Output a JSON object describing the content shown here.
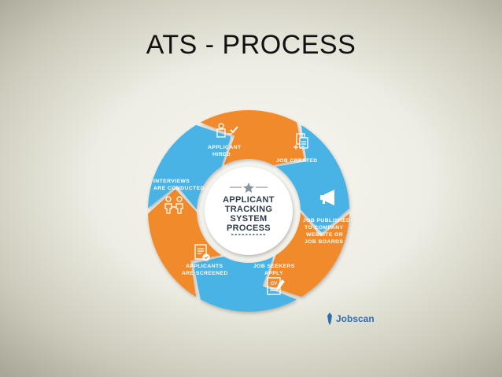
{
  "title": "ATS - PROCESS",
  "center": {
    "lines": [
      "APPLICANT",
      "TRACKING",
      "SYSTEM",
      "PROCESS"
    ]
  },
  "steps": [
    {
      "lines": [
        "APPLICANT",
        "HIRED"
      ],
      "icon": "applicant-hired-icon",
      "color": "#f08a2b"
    },
    {
      "lines": [
        "JOB CREATED"
      ],
      "icon": "job-created-icon",
      "color": "#4ab3e6"
    },
    {
      "lines": [
        "JOB PUBLISHED",
        "TO COMPANY",
        "WEBSITE OR",
        "JOB BOARDS"
      ],
      "icon": "megaphone-icon",
      "color": "#f08a2b"
    },
    {
      "lines": [
        "JOB SEEKERS",
        "APPLY"
      ],
      "icon": "cv-icon",
      "color": "#4ab3e6"
    },
    {
      "lines": [
        "APPLICANTS",
        "ARE SCREENED"
      ],
      "icon": "screened-document-icon",
      "color": "#f08a2b"
    },
    {
      "lines": [
        "INTERVIEWS",
        "ARE CONDUCTED"
      ],
      "icon": "interview-icon",
      "color": "#4ab3e6"
    }
  ],
  "brand": {
    "name": "Jobscan",
    "color": "#2e6fb0"
  }
}
